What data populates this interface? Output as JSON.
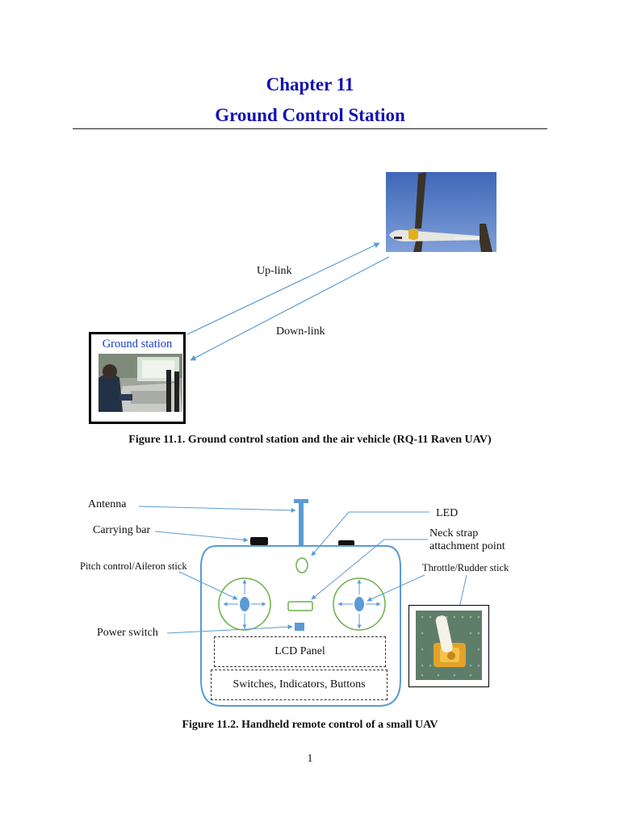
{
  "header": {
    "chapter": "Chapter 11",
    "title": "Ground Control Station"
  },
  "figure1": {
    "ground_station_label": "Ground station",
    "uplink_label": "Up-link",
    "downlink_label": "Down-link",
    "caption": "Figure 11.1. Ground control station and the air vehicle (RQ-11 Raven UAV)"
  },
  "figure2": {
    "antenna": "Antenna",
    "carrying_bar": "Carrying bar",
    "pitch_control": "Pitch control/Aileron stick",
    "power_switch": "Power switch",
    "led": "LED",
    "neck_strap_line1": "Neck strap",
    "neck_strap_line2": "attachment point",
    "throttle": "Throttle/Rudder stick",
    "lcd_panel": "LCD Panel",
    "switches": "Switches, Indicators, Buttons",
    "caption": "Figure 11.2. Handheld remote control of a small UAV"
  },
  "footer": {
    "page_number": "1"
  },
  "colors": {
    "heading": "#1414b4",
    "arrow": "#5b9bd5",
    "stick_ring": "#6ab04c",
    "remote_outline": "#5b9bd5"
  }
}
